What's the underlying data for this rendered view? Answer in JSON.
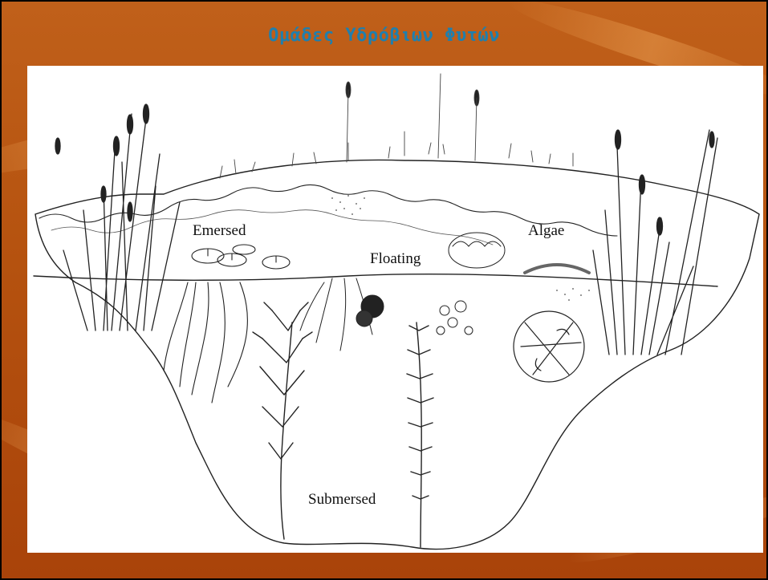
{
  "slide": {
    "title": "Ομάδες Υδρόβιων Φυτών"
  },
  "diagram": {
    "labels": {
      "emersed": "Emersed",
      "floating": "Floating",
      "algae": "Algae",
      "submersed": "Submersed"
    }
  },
  "colors": {
    "background": "#b5520f",
    "title": "#1f7fae",
    "figure_bg": "#ffffff",
    "ink": "#111111"
  }
}
